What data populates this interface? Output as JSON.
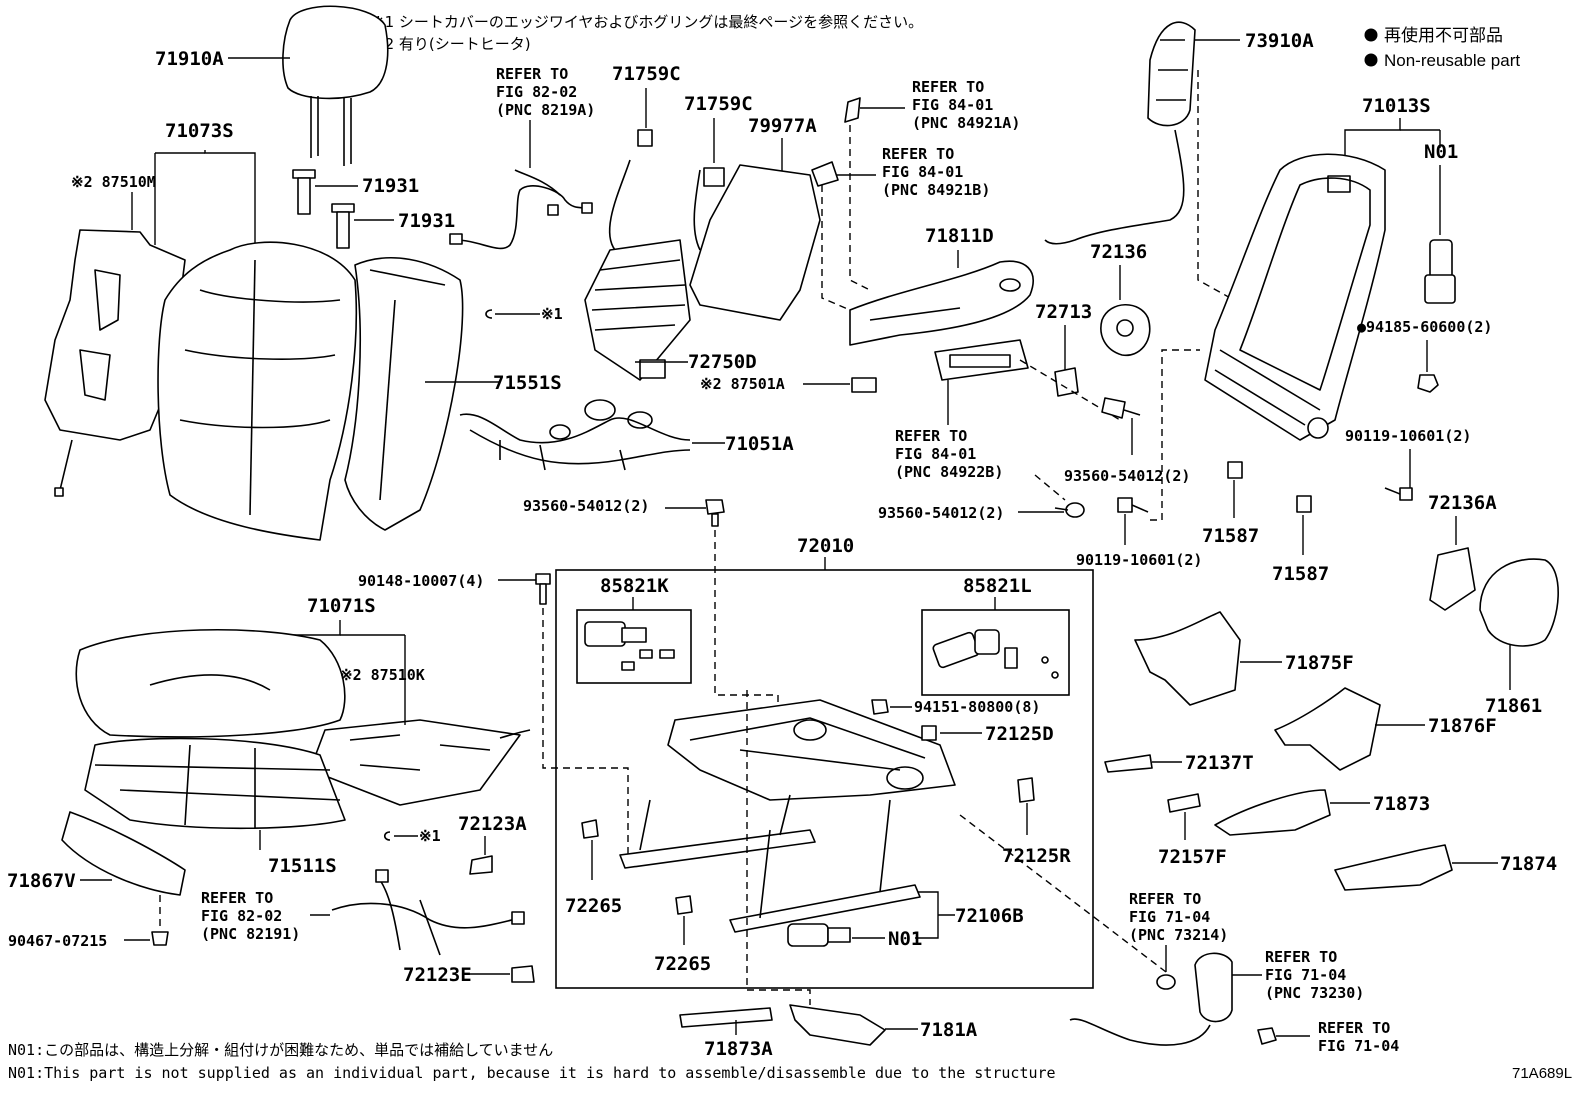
{
  "notes": {
    "note1": "※1 シートカバーのエッジワイヤおよびホグリングは最終ページを参照ください。",
    "note2": "※2 有り(シートヒータ)"
  },
  "legend": {
    "ja": "再使用不可部品",
    "en": "Non-reusable part"
  },
  "footer": {
    "ja": "N01:この部品は、構造上分解・組付けが困難なため、単品では補給していません",
    "en": "N01:This part is not supplied as an individual part, because it is hard to assemble/disassemble due to the structure"
  },
  "illustration_code": "71A689L",
  "labels": {
    "p71910A": "71910A",
    "p71073S": "71073S",
    "p87510M": "※2 87510M",
    "p71931a": "71931",
    "p71931b": "71931",
    "p71551S": "71551S",
    "p71051A": "71051A",
    "p71759Ca": "71759C",
    "p71759Cb": "71759C",
    "p79977A": "79977A",
    "p72750D": "72750D",
    "p87501A": "※2 87501A",
    "p71811D": "71811D",
    "p72136": "72136",
    "p72713": "72713",
    "p73910A": "73910A",
    "p71013S": "71013S",
    "pN01a": "N01",
    "p94185": "●94185-60600(2)",
    "p90119a": "90119-10601(2)",
    "p93560a": "93560-54012(2)",
    "p93560b": "93560-54012(2)",
    "p93560c": "93560-54012(2)",
    "p90119b": "90119-10601(2)",
    "p71587a": "71587",
    "p71587b": "71587",
    "p72136A": "72136A",
    "p71861": "71861",
    "p72010": "72010",
    "p85821K": "85821K",
    "p85821L": "85821L",
    "p90148": "90148-10007(4)",
    "p71071S": "71071S",
    "p87510K": "※2 87510K",
    "p94151": "94151-80800(8)",
    "p72125D": "72125D",
    "p72125R": "72125R",
    "p71875F": "71875F",
    "p71876F": "71876F",
    "p72137T": "72137T",
    "p71873": "71873",
    "p72157F": "72157F",
    "p71874": "71874",
    "p71511S": "71511S",
    "p71867V": "71867V",
    "p90467": "90467-07215",
    "p72123A": "72123A",
    "p72123E": "72123E",
    "p72265a": "72265",
    "p72265b": "72265",
    "p72106B": "72106B",
    "pN01b": "N01",
    "p71873A": "71873A",
    "p7181A": "7181A",
    "x1a": "※1",
    "x1b": "※1"
  },
  "refs": {
    "r1": [
      "REFER TO",
      "FIG 82-02",
      "(PNC 8219A)"
    ],
    "r2": [
      "REFER TO",
      "FIG 84-01",
      "(PNC 84921A)"
    ],
    "r3": [
      "REFER TO",
      "FIG 84-01",
      "(PNC 84921B)"
    ],
    "r4": [
      "REFER TO",
      "FIG 84-01",
      "(PNC 84922B)"
    ],
    "r5": [
      "REFER TO",
      "FIG 82-02",
      "(PNC 82191)"
    ],
    "r6": [
      "REFER TO",
      "FIG 71-04",
      "(PNC 73214)"
    ],
    "r7": [
      "REFER TO",
      "FIG 71-04",
      "(PNC 73230)"
    ],
    "r8": [
      "REFER TO",
      "FIG 71-04"
    ]
  }
}
